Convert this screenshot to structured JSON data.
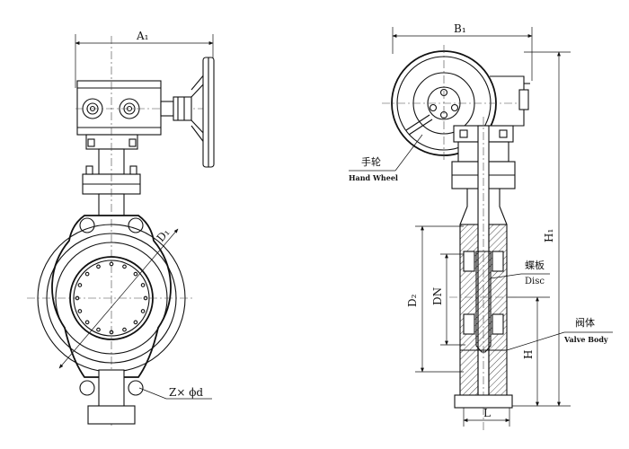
{
  "front_view": {
    "dim_a1": "A₁",
    "dim_d1": "D₁",
    "dim_bolt": "Z× ϕd"
  },
  "side_view": {
    "dim_b1": "B₁",
    "dim_h1": "H₁",
    "dim_h": "H",
    "dim_d2": "D₂",
    "dim_dn": "DN",
    "dim_l": "L",
    "callouts": {
      "hand_wheel_cn": "手轮",
      "hand_wheel_en": "Hand Wheel",
      "disc_cn": "蝶板",
      "disc_en": "Disc",
      "valve_body_cn": "阀体",
      "valve_body_en": "Valve Body"
    }
  },
  "colors": {
    "line": "#111111",
    "background": "#ffffff"
  }
}
